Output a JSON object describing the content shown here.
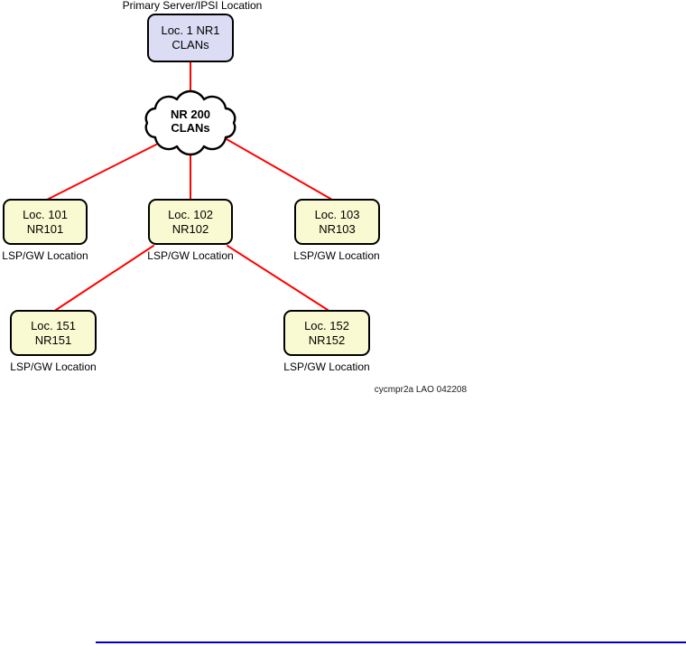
{
  "diagram": {
    "title": "Primary Server/IPSI Location",
    "caption": "cycmpr2a LAO 042208",
    "nodes": {
      "primary": {
        "line1": "Loc. 1 NR1",
        "line2": "CLANs"
      },
      "cloud": {
        "line1": "NR 200",
        "line2": "CLANs"
      },
      "loc101": {
        "line1": "Loc. 101",
        "line2": "NR101",
        "label": "LSP/GW Location"
      },
      "loc102": {
        "line1": "Loc. 102",
        "line2": "NR102",
        "label": "LSP/GW Location"
      },
      "loc103": {
        "line1": "Loc. 103",
        "line2": "NR103",
        "label": "LSP/GW Location"
      },
      "loc151": {
        "line1": "Loc. 151",
        "line2": "NR151",
        "label": "LSP/GW Location"
      },
      "loc152": {
        "line1": "Loc. 152",
        "line2": "NR152",
        "label": "LSP/GW Location"
      }
    },
    "colors": {
      "primary_box_fill": "#DCDCF4",
      "gateway_box_fill": "#FAFAD2",
      "connector_line": "#FF0000",
      "node_outline": "#000000",
      "footer_rule": "#0000C8"
    }
  }
}
